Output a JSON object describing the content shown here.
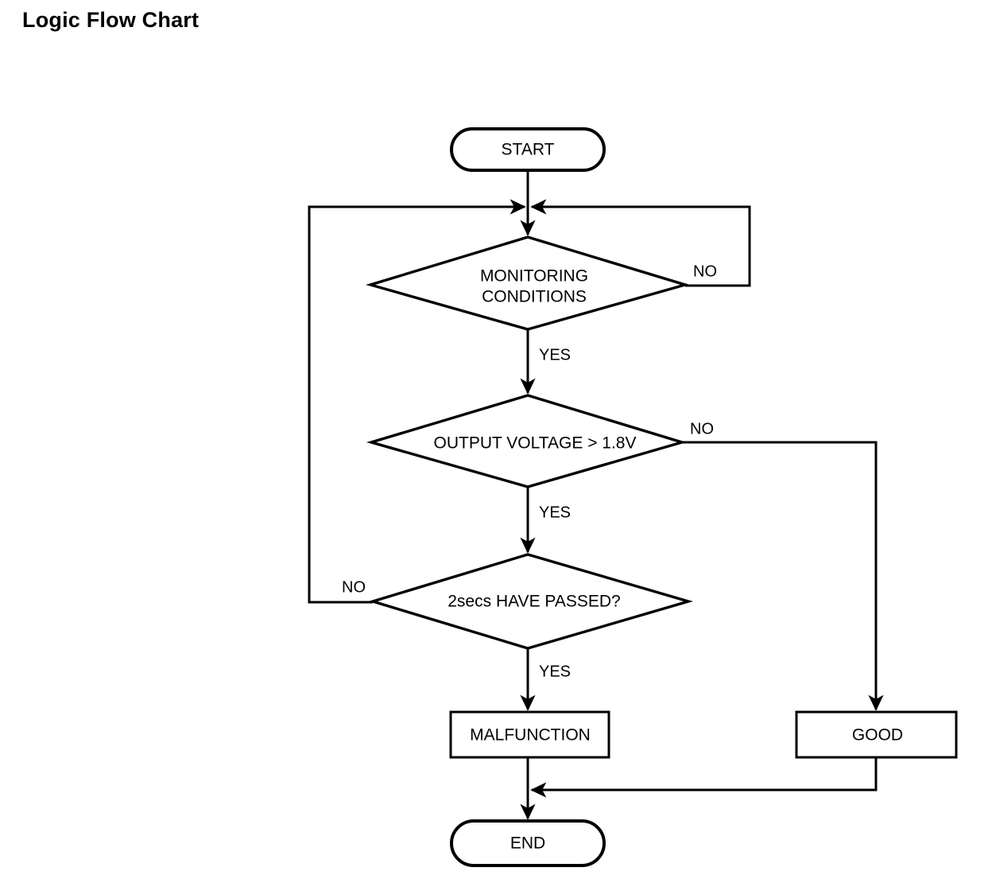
{
  "page": {
    "title": "Logic Flow Chart",
    "background_color": "#ffffff",
    "line_color": "#000000"
  },
  "chart_data": {
    "type": "diagram",
    "diagram_type": "flowchart",
    "title": "Logic Flow Chart",
    "orientation": "top-to-bottom",
    "nodes": [
      {
        "id": "start",
        "shape": "terminator",
        "label": "START"
      },
      {
        "id": "d1",
        "shape": "decision",
        "label": "MONITORING CONDITIONS",
        "label_line1": "MONITORING",
        "label_line2": "CONDITIONS"
      },
      {
        "id": "d2",
        "shape": "decision",
        "label": "OUTPUT VOLTAGE > 1.8V"
      },
      {
        "id": "d3",
        "shape": "decision",
        "label": "2secs HAVE PASSED?"
      },
      {
        "id": "malfunction",
        "shape": "process",
        "label": "MALFUNCTION"
      },
      {
        "id": "good",
        "shape": "process",
        "label": "GOOD"
      },
      {
        "id": "end",
        "shape": "terminator",
        "label": "END"
      }
    ],
    "edges": [
      {
        "from": "start",
        "to": "d1",
        "label": ""
      },
      {
        "from": "d1",
        "to": "d2",
        "label": "YES"
      },
      {
        "from": "d1",
        "to": "d1",
        "label": "NO",
        "route": "right-loop-back-to-top-junction"
      },
      {
        "from": "d2",
        "to": "d3",
        "label": "YES"
      },
      {
        "from": "d2",
        "to": "good",
        "label": "NO",
        "route": "right-then-down"
      },
      {
        "from": "d3",
        "to": "malfunction",
        "label": "YES"
      },
      {
        "from": "d3",
        "to": "d1",
        "label": "NO",
        "route": "left-loop-back-to-top-junction"
      },
      {
        "from": "malfunction",
        "to": "end",
        "label": ""
      },
      {
        "from": "good",
        "to": "end",
        "label": "",
        "route": "down-then-left"
      }
    ]
  },
  "labels": {
    "start": "START",
    "decision1_line1": "MONITORING",
    "decision1_line2": "CONDITIONS",
    "decision2": "OUTPUT VOLTAGE > 1.8V",
    "decision3": "2secs HAVE PASSED?",
    "malfunction": "MALFUNCTION",
    "good": "GOOD",
    "end": "END",
    "yes1": "YES",
    "yes2": "YES",
    "yes3": "YES",
    "no1": "NO",
    "no2": "NO",
    "no3": "NO"
  }
}
